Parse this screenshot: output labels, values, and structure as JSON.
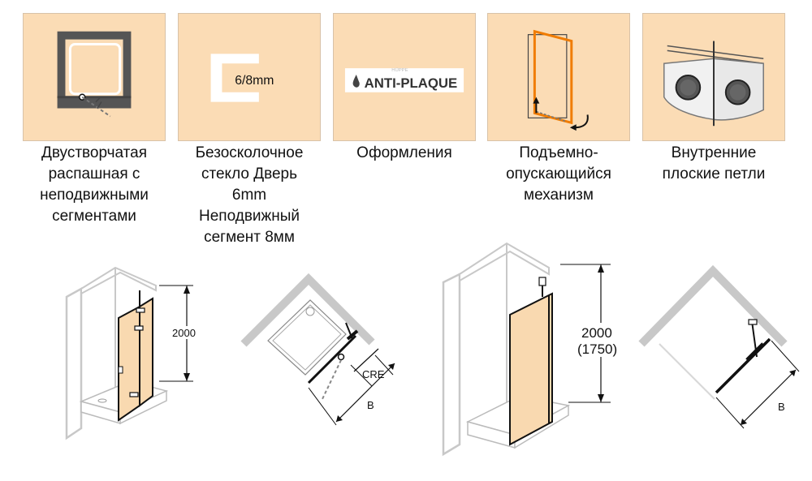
{
  "features": [
    {
      "icon": "double-door-hinge-icon",
      "caption": "Двустворчатая\nраспашная с\nнеподвижными\nсегментами"
    },
    {
      "icon": "glass-thickness-icon",
      "caption": "Безосколочное\nстекло Дверь\n6mm\nНеподвижный\nсегмент 8мм",
      "icon_text": "6/8mm"
    },
    {
      "icon": "anti-plaque-logo-icon",
      "caption": "Оформления",
      "icon_brand": "HÜPPE",
      "icon_text": "ANTI-PLAQUE"
    },
    {
      "icon": "lift-lower-mechanism-icon",
      "caption": "Подъемно-\nопускающийся\nмеханизм"
    },
    {
      "icon": "flat-hinges-icon",
      "caption": "Внутренние\nплоские петли"
    }
  ],
  "drawings": {
    "left_elevation": {
      "height_label": "2000"
    },
    "left_plan": {
      "cre_label": "CRE",
      "width_label": "B"
    },
    "right_elevation": {
      "height_label": "2000",
      "height_alt_label": "(1750)"
    },
    "right_plan": {
      "width_label": "B"
    }
  },
  "colors": {
    "tile_bg": "#fbdcb5",
    "glass": "#f9d9b0",
    "accent_orange": "#f07c00",
    "wall": "#c8c8c8"
  }
}
